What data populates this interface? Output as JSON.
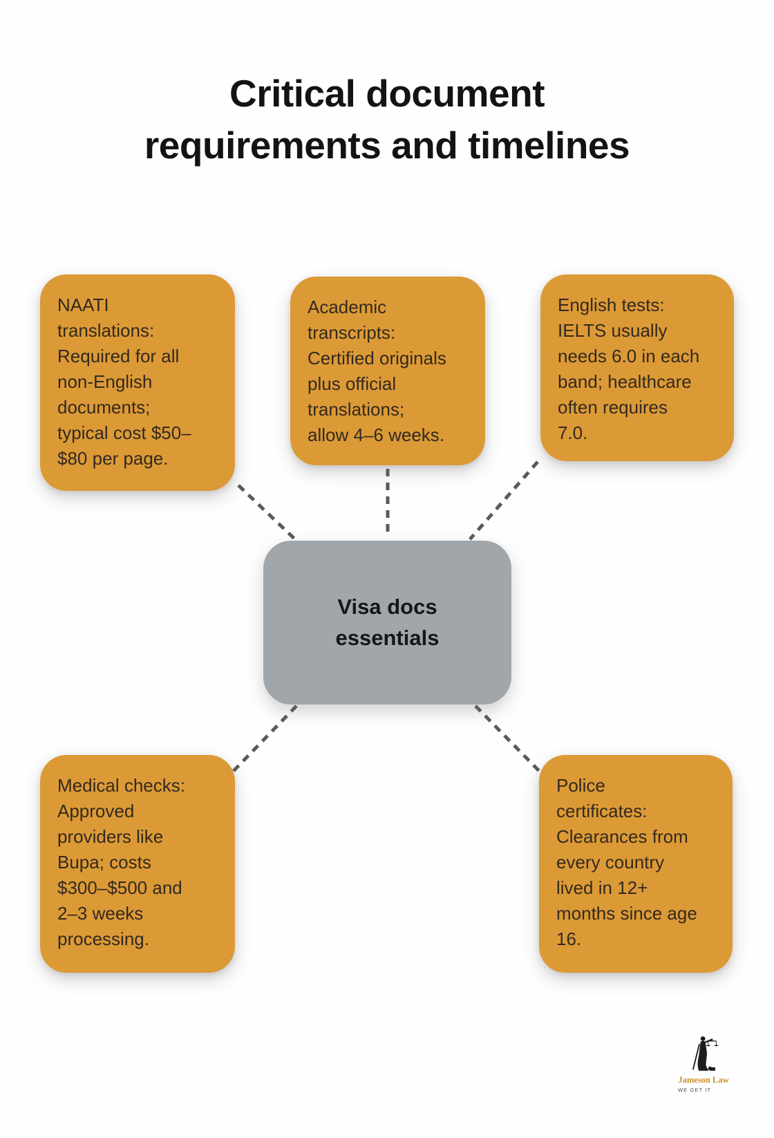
{
  "title": {
    "lines": [
      "Critical document",
      "requirements and timelines"
    ]
  },
  "diagram": {
    "center_node": {
      "lines": [
        "Visa docs",
        "essentials"
      ]
    },
    "nodes": [
      {
        "name": "naati-translations",
        "lines": [
          "NAATI",
          "translations:",
          "Required for all",
          "non-English",
          "documents;",
          "typical cost $50–",
          "$80 per page."
        ]
      },
      {
        "name": "academic-transcripts",
        "lines": [
          "Academic",
          "transcripts:",
          "Certified originals",
          "plus official",
          "translations;",
          "allow 4–6 weeks."
        ]
      },
      {
        "name": "english-tests",
        "lines": [
          "English tests:",
          "IELTS usually",
          "needs 6.0 in each",
          "band; healthcare",
          "often requires",
          "7.0."
        ]
      },
      {
        "name": "medical-checks",
        "lines": [
          "Medical checks:",
          "Approved",
          "providers like",
          "Bupa; costs",
          "$300–$500 and",
          "2–3 weeks",
          "processing."
        ]
      },
      {
        "name": "police-certificates",
        "lines": [
          "Police",
          "certificates:",
          "Clearances from",
          "every country",
          "lived in 12+",
          "months since age",
          "16."
        ]
      }
    ],
    "colors": {
      "node_background": "#DC9A36",
      "center_background": "#A0A6A9",
      "connector": "#5A5A5A",
      "node_text": "#33291F",
      "title_text": "#131313"
    }
  },
  "footer": {
    "brand": "Jameson Law",
    "tagline": "WE GET IT"
  }
}
